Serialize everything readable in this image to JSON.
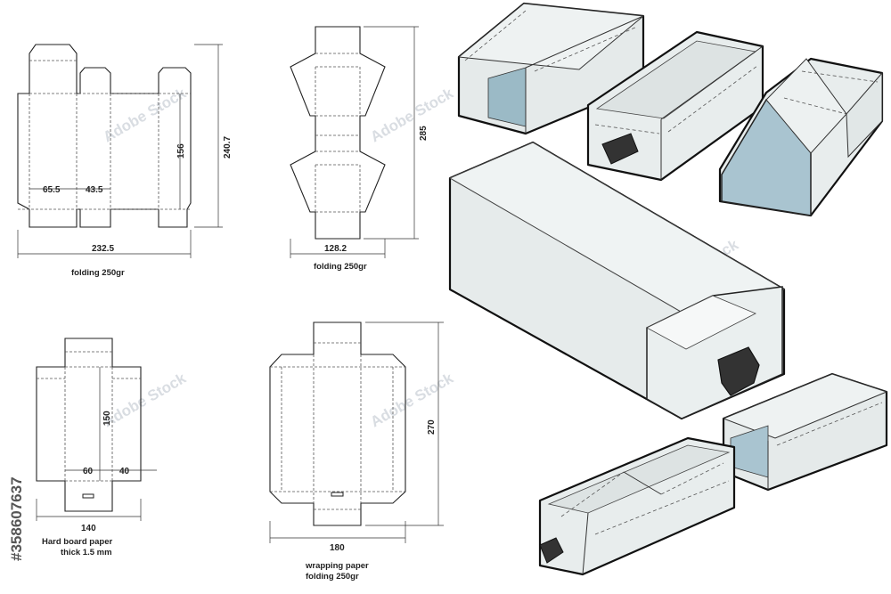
{
  "watermark": {
    "side_text": "#358607637",
    "brand": "Adobe Stock"
  },
  "colors": {
    "panel_light": "#e9eded",
    "panel_mid": "#dde3e3",
    "panel_blue": "#a9c4d0",
    "handle": "#333333",
    "line": "#222222"
  },
  "dielines": [
    {
      "id": "sleeve-a",
      "labels": {
        "width": "232.5",
        "height": "240.7",
        "inner_height": "156",
        "panel_a": "65.5",
        "panel_b": "43.5"
      },
      "caption": [
        "folding 250gr"
      ]
    },
    {
      "id": "sleeve-b",
      "labels": {
        "width": "128.2",
        "height": "285"
      },
      "caption": [
        "folding 250gr"
      ]
    },
    {
      "id": "tray-a",
      "labels": {
        "width": "140",
        "inner_height": "150",
        "panel_a": "60",
        "panel_b": "40"
      },
      "caption": [
        "Hard board paper",
        "thick 1.5 mm"
      ]
    },
    {
      "id": "tray-b",
      "labels": {
        "width": "180",
        "height": "270"
      },
      "caption": [
        "wrapping paper",
        "folding 250gr"
      ]
    }
  ],
  "views_3d": [
    {
      "name": "open-sleeve"
    },
    {
      "name": "tray-with-tab"
    },
    {
      "name": "folded-insert"
    },
    {
      "name": "assembled-drawer-box"
    },
    {
      "name": "sleeve-with-window"
    },
    {
      "name": "divided-tray"
    }
  ]
}
